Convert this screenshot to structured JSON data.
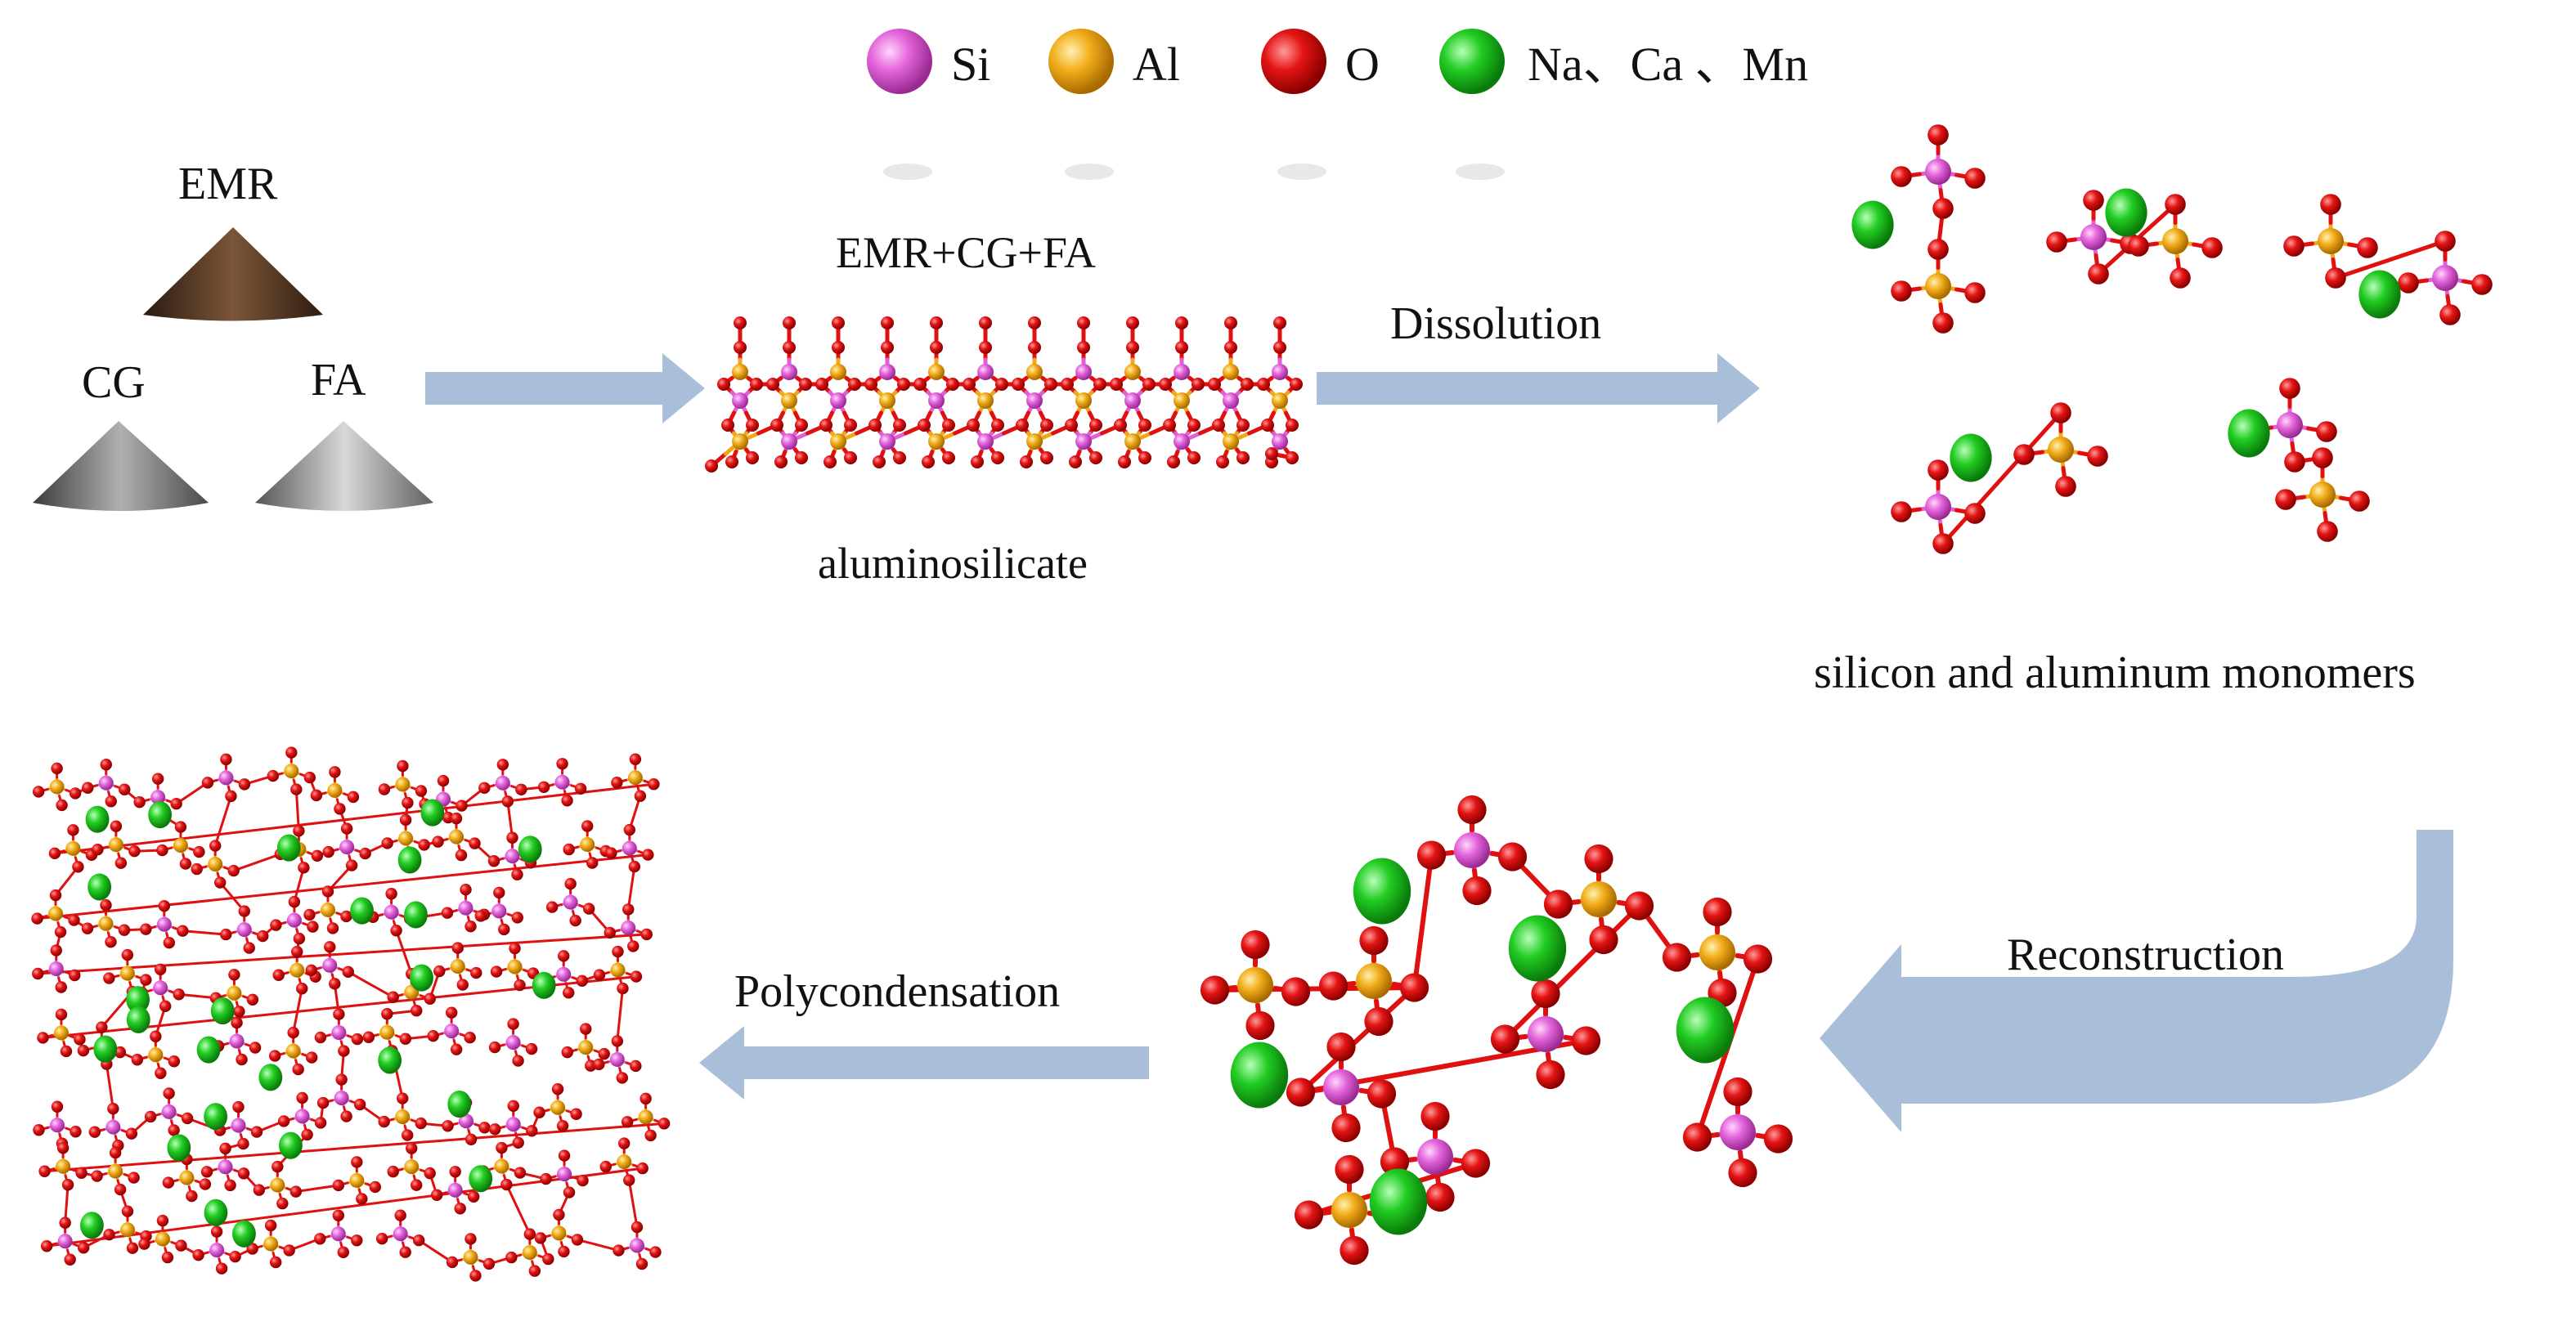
{
  "legend": {
    "si": "Si",
    "al": "Al",
    "o": "O",
    "na_ca_mn": "Na、Ca 、Mn"
  },
  "colors": {
    "si": "#e060d8",
    "al": "#f0a818",
    "o": "#e01010",
    "na_ca_mn": "#20c020",
    "arrow": "#a9bfd9",
    "emr_pile": "#5a3a22",
    "cg_pile": "#707070",
    "fa_pile": "#8c8c8c"
  },
  "raw_materials": {
    "emr": "EMR",
    "cg": "CG",
    "fa": "FA"
  },
  "mixture_label": "EMR+CG+FA",
  "aluminosilicate_label": "aluminosilicate",
  "steps": {
    "dissolution": "Dissolution",
    "reconstruction": "Reconstruction",
    "polycondensation": "Polycondensation"
  },
  "monomers_label": "silicon and aluminum monomers"
}
